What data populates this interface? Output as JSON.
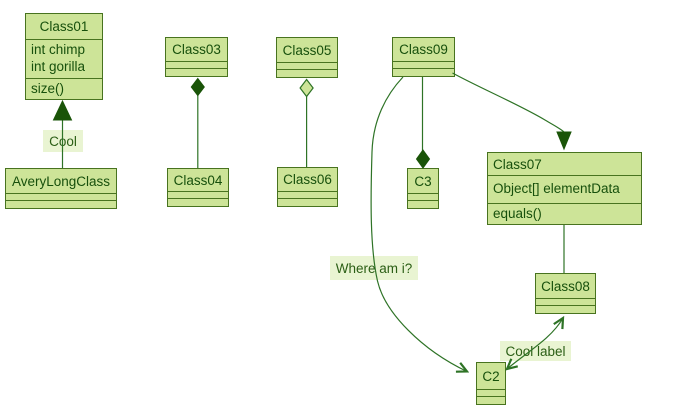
{
  "diagram_type": "uml-class-diagram",
  "colors": {
    "box_fill": "#cde498",
    "box_border": "#48731f",
    "line": "#2e7326",
    "arrowhead_fill": "#1a5408",
    "text": "#17500c",
    "edge_label_background": "#e9f4d2",
    "background": "#ffffff"
  },
  "classes": {
    "class01": {
      "title": "Class01",
      "attrs": [
        "int chimp",
        "int gorilla"
      ],
      "methods": [
        "size()"
      ]
    },
    "averylongclass": {
      "title": "AveryLongClass"
    },
    "class03": {
      "title": "Class03"
    },
    "class04": {
      "title": "Class04"
    },
    "class05": {
      "title": "Class05"
    },
    "class06": {
      "title": "Class06"
    },
    "class09": {
      "title": "Class09"
    },
    "c3": {
      "title": "C3"
    },
    "class07": {
      "title": "Class07",
      "attrs": [
        "Object[] elementData"
      ],
      "methods": [
        "equals()"
      ]
    },
    "class08": {
      "title": "Class08"
    },
    "c2": {
      "title": "C2"
    }
  },
  "relationships": [
    {
      "from": "AveryLongClass",
      "to": "Class01",
      "type": "extension",
      "label": "Cool"
    },
    {
      "from": "Class03",
      "to": "Class04",
      "type": "composition",
      "label": ""
    },
    {
      "from": "Class05",
      "to": "Class06",
      "type": "aggregation",
      "label": ""
    },
    {
      "from": "Class09",
      "to": "C3",
      "type": "composition",
      "label": ""
    },
    {
      "from": "Class09",
      "to": "Class07",
      "type": "extension",
      "label": ""
    },
    {
      "from": "Class07",
      "to": "Class08",
      "type": "link",
      "label": ""
    },
    {
      "from": "Class09",
      "to": "C2",
      "type": "arrow",
      "label": "Where am i?"
    },
    {
      "from": "C2",
      "to": "Class08",
      "type": "double-arrow",
      "label": "Cool label"
    }
  ]
}
